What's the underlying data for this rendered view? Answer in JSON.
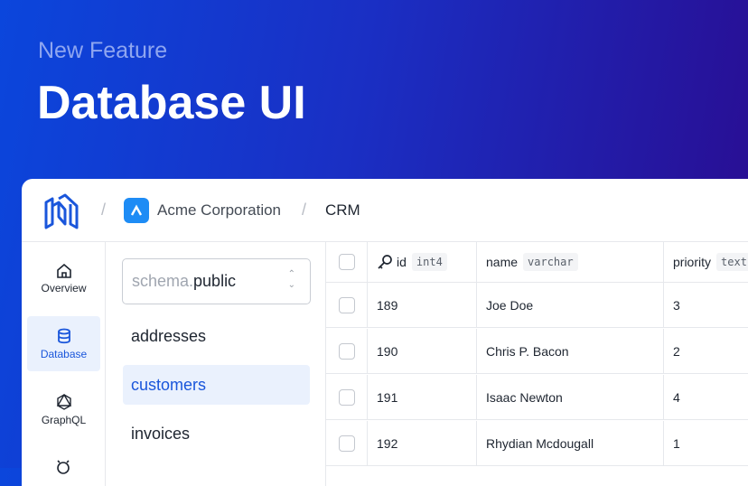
{
  "hero": {
    "subtitle": "New Feature",
    "title": "Database UI"
  },
  "header": {
    "org": "Acme Corporation",
    "project": "CRM",
    "separator": "/"
  },
  "sidebar": {
    "items": [
      {
        "label": "Overview",
        "icon": "home-icon"
      },
      {
        "label": "Database",
        "icon": "database-icon",
        "active": true
      },
      {
        "label": "GraphQL",
        "icon": "graphql-icon"
      }
    ]
  },
  "schema": {
    "prefix": "schema.",
    "value": "public",
    "tables": [
      "addresses",
      "customers",
      "invoices"
    ],
    "active": "customers"
  },
  "table": {
    "columns": [
      {
        "name": "id",
        "type": "int4",
        "primary_key": true
      },
      {
        "name": "name",
        "type": "varchar"
      },
      {
        "name": "priority",
        "type": "text"
      }
    ],
    "rows": [
      [
        "189",
        "Joe Doe",
        "3"
      ],
      [
        "190",
        "Chris P. Bacon",
        "2"
      ],
      [
        "191",
        "Isaac Newton",
        "4"
      ],
      [
        "192",
        "Rhydian Mcdougall",
        "1"
      ]
    ]
  },
  "colors": {
    "accent": "#1a56db",
    "org_icon": "#1e8cf5"
  }
}
